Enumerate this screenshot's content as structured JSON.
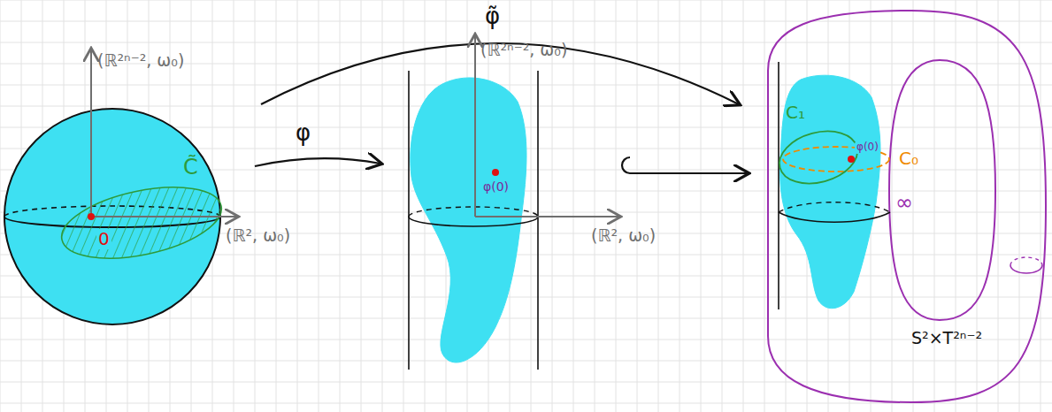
{
  "diagram": {
    "labels": [
      "(ℝ²ⁿ⁻², ω₀)",
      "C̃",
      "0",
      "(ℝ², ω₀)",
      "φ̃",
      "φ",
      "(ℝ²ⁿ⁻², ω₀)",
      "φ(0)",
      "(ℝ², ω₀)",
      "C₁",
      "φ(0)",
      "C₀",
      "∞",
      "S²×T²ⁿ⁻²"
    ]
  }
}
